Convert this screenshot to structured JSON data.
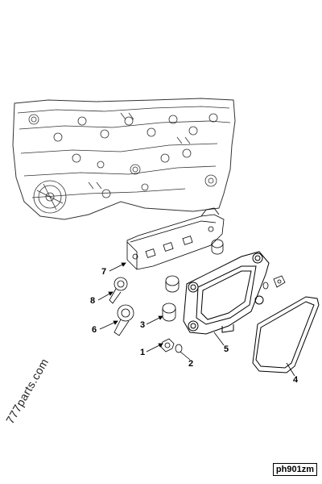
{
  "diagram": {
    "callouts": [
      {
        "number": "1"
      },
      {
        "number": "2"
      },
      {
        "number": "3"
      },
      {
        "number": "4"
      },
      {
        "number": "5"
      },
      {
        "number": "6"
      },
      {
        "number": "7"
      },
      {
        "number": "8"
      }
    ],
    "figure_id": "ph901zm",
    "watermark": "777parts.com"
  },
  "colors": {
    "line": "#000000",
    "light_line": "#444444",
    "background": "#ffffff"
  }
}
